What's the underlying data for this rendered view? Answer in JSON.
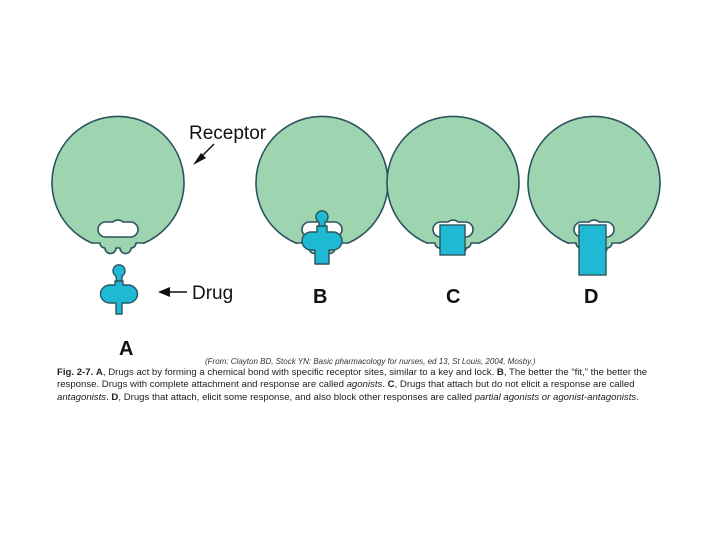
{
  "labels": {
    "receptor": "Receptor",
    "drug": "Drug",
    "panel_a": "A",
    "panel_b": "B",
    "panel_c": "C",
    "panel_d": "D"
  },
  "source": "(From: Clayton BD, Stock YN: Basic pharmacology for nurses, ed 13, St Louis, 2004, Mosby.)",
  "caption": {
    "fig": "Fig. 2-7.",
    "a_letter": "A",
    "a_text": ", Drugs act by forming a chemical bond with specific receptor sites, similar to a key and lock.",
    "b_letter": "B",
    "b_text": ", The better the “fit,” the better the response. Drugs with complete attachment and response are called",
    "agonists": "agonists",
    "c_letter": "C",
    "c_text": ", Drugs that attach but do not elicit a response are called",
    "antagonists": "antagonists",
    "d_letter": "D",
    "d_text": ", Drugs that attach, elicit some response, and also block other responses are called",
    "partial": "partial agonists or agonist-antagonists",
    "period": "."
  },
  "colors": {
    "receptor_fill": "#9fd4b0",
    "drug_fill": "#1fb9d4",
    "outline": "#2a5560"
  }
}
